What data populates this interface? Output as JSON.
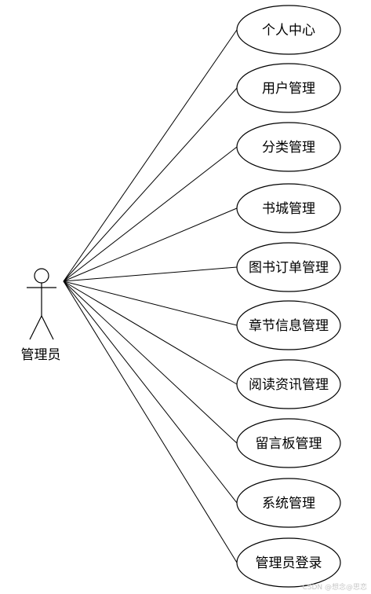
{
  "actor": {
    "label": "管理员"
  },
  "use_cases": [
    {
      "label": "个人中心"
    },
    {
      "label": "用户管理"
    },
    {
      "label": "分类管理"
    },
    {
      "label": "书城管理"
    },
    {
      "label": "图书订单管理"
    },
    {
      "label": "章节信息管理"
    },
    {
      "label": "阅读资讯管理"
    },
    {
      "label": "留言板管理"
    },
    {
      "label": "系统管理"
    },
    {
      "label": "管理员登录"
    }
  ],
  "watermark": "CSDN @想念@思恋"
}
